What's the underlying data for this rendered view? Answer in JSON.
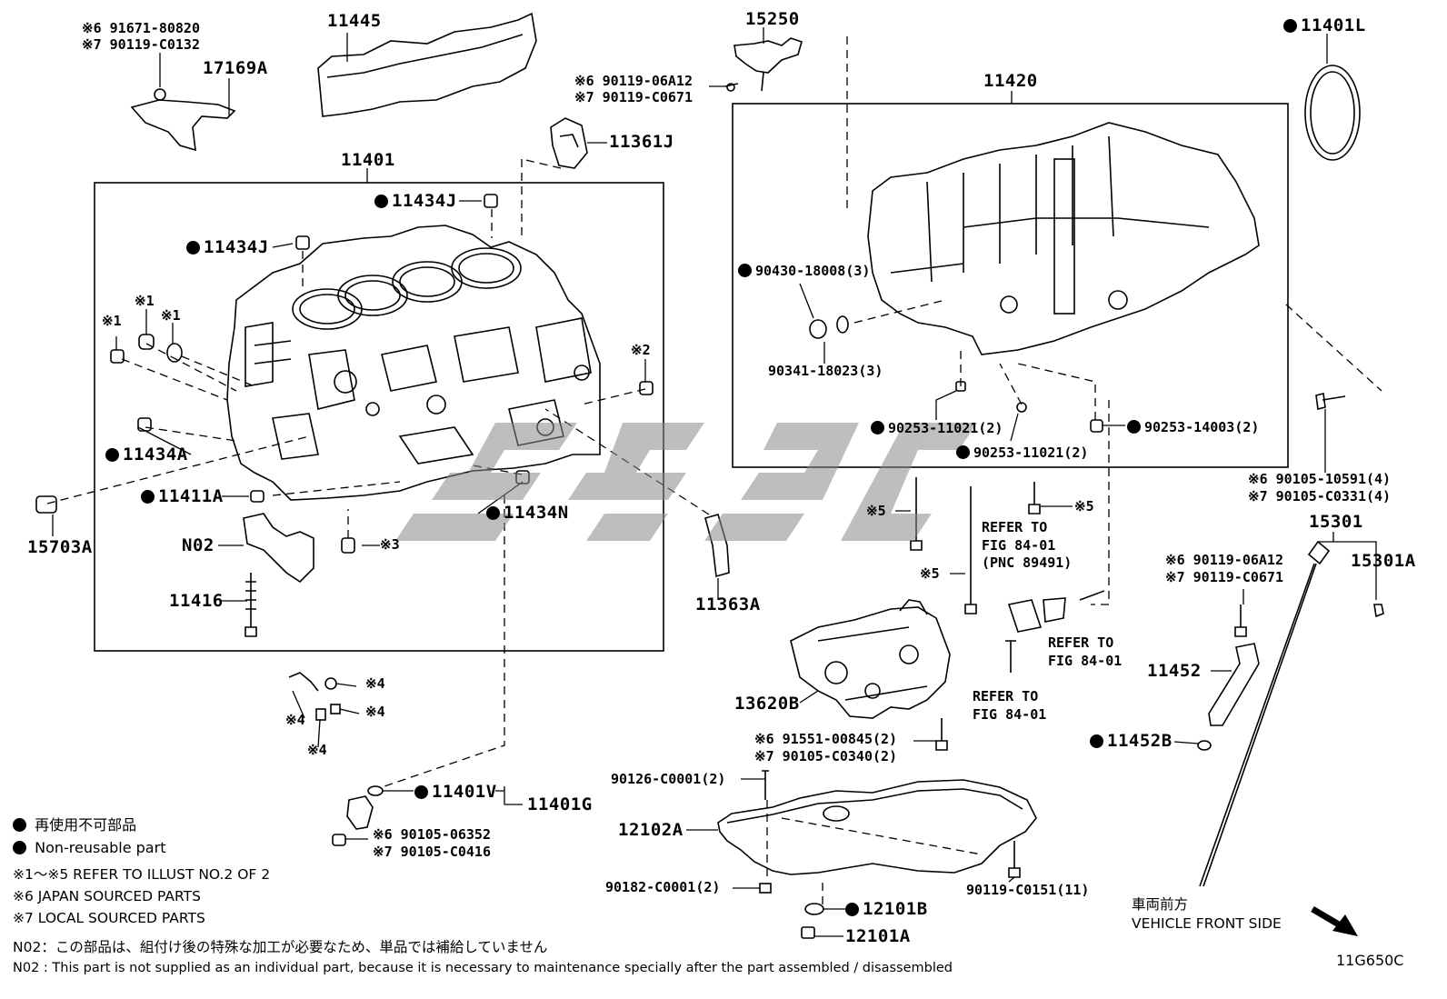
{
  "labels": {
    "p91671_80820": "※6 91671-80820",
    "p90119_C0132": "※7 90119-C0132",
    "p17169A": "17169A",
    "p11445": "11445",
    "p15250": "15250",
    "p90119_06A12_a": "※6 90119-06A12",
    "p90119_C0671_a": "※7 90119-C0671",
    "p11401L": "11401L",
    "p11420": "11420",
    "p11361J": "11361J",
    "p11401": "11401",
    "p11434J_1": "11434J",
    "p11434J_2": "11434J",
    "p90430": "90430-18008(3)",
    "p90341": "90341-18023(3)",
    "p90253_11021_a": "90253-11021(2)",
    "p90253_11021_b": "90253-11021(2)",
    "p90253_14003": "90253-14003(2)",
    "p90105_10591": "※6 90105-10591(4)",
    "p90105_C0331": "※7 90105-C0331(4)",
    "p15301": "15301",
    "p15301A": "15301A",
    "p90119_06A12_b": "※6 90119-06A12",
    "p90119_C0671_b": "※7 90119-C0671",
    "p11452": "11452",
    "p11452B": "11452B",
    "p11434A": "11434A",
    "p11411A": "11411A",
    "p11434N": "11434N",
    "p15703A": "15703A",
    "pN02": "N02",
    "p11416": "11416",
    "p11363A": "11363A",
    "p13620B": "13620B",
    "p91551": "※6 91551-00845(2)",
    "p90105_C0340": "※7 90105-C0340(2)",
    "p90126": "90126-C0001(2)",
    "p12102A": "12102A",
    "p90182": "90182-C0001(2)",
    "p90119_C0151": "90119-C0151(11)",
    "p12101B": "12101B",
    "p12101A": "12101A",
    "p11401V": "11401V",
    "p11401G": "11401G",
    "p90105_06352": "※6 90105-06352",
    "p90105_C0416": "※7 90105-C0416",
    "refer1": [
      "REFER TO",
      "FIG 84-01",
      "(PNC 89491)"
    ],
    "refer2": [
      "REFER TO",
      "FIG 84-01"
    ],
    "refer3": [
      "REFER TO",
      "FIG 84-01"
    ],
    "m1a": "※1",
    "m1b": "※1",
    "m1c": "※1",
    "m2": "※2",
    "m3": "※3",
    "m4a": "※4",
    "m4b": "※4",
    "m4c": "※4",
    "m4d": "※4",
    "m5a": "※5",
    "m5b": "※5",
    "m5c": "※5"
  },
  "legend": {
    "jp": "再使用不可部品",
    "en": "Non-reusable part"
  },
  "notes": {
    "n1": "※1～※5 REFER TO ILLUST NO.2 OF 2",
    "n6": "※6 JAPAN SOURCED PARTS",
    "n7": "※7 LOCAL SOURCED PARTS",
    "n02jp": "N02：この部品は、組付け後の特殊な加工が必要なため、単品では補給していません",
    "n02en": "N02 : This part is not supplied as an individual part, because it is necessary to maintenance specially after the part assembled / disassembled"
  },
  "front": {
    "jp": "車両前方",
    "en": "VEHICLE FRONT SIDE"
  },
  "code": "11G650C"
}
